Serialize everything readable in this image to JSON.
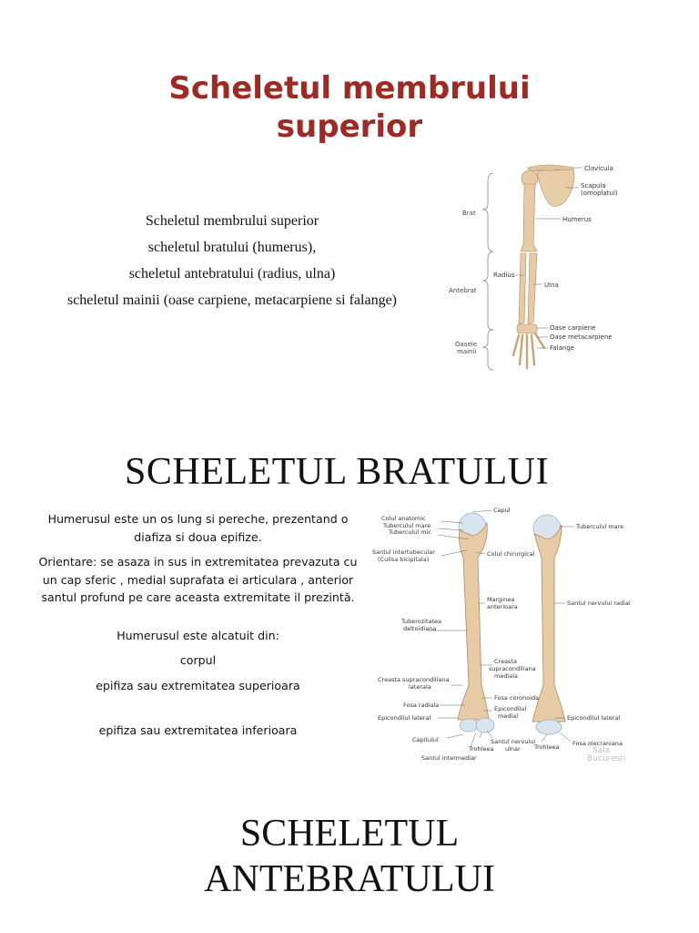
{
  "slide1": {
    "title_line1": "Scheletul membrului",
    "title_line2": "superior",
    "list": [
      "Scheletul membrului superior",
      "scheletul bratului (humerus),",
      "scheletul antebratului (radius, ulna)",
      "scheletul mainii (oase carpiene, metacarpiene si falange)"
    ],
    "figure_labels": {
      "brat": "Brat",
      "antebrat": "Antebrat",
      "oasele": "Oasele",
      "mainii": "mainii",
      "clavicula": "Clavicula",
      "scapula": "Scapula",
      "omoplatul": "(omoplatul)",
      "humerus": "Humerus",
      "radius": "Radius",
      "ulna": "Ulna",
      "carpiene": "Oase carpiene",
      "metacarpiene": "Oase metacarpiene",
      "falange": "Falange"
    }
  },
  "slide2": {
    "title": "SCHELETUL BRATULUI",
    "para1": "Humerusul este un os lung si pereche, prezentand o diafiza si doua epifize.",
    "para2": "Orientare: se asaza in sus in extremitatea prevazuta cu un cap sferic , medial suprafata ei articulara , anterior santul profund pe care aceasta extremitate il prezintă.",
    "para3": "Humerusul este alcatuit din:",
    "item1": "corpul",
    "item2": "epifiza sau extremitatea superioara",
    "item3": "epifiza sau extremitatea inferioara",
    "figure_labels": {
      "capul": "Capul",
      "colul_anatomic": "Colul anatomic",
      "tuberculul_mare_l": "Tuberculul mare",
      "tuberculul_mic": "Tuberculul mic",
      "tuberculul_mare_r": "Tuberculul mare",
      "santul_intertub": "Santul intertubecular",
      "culisa": "(Culisa bicipitala)",
      "colul_chirurgical": "Colul chirurgical",
      "marginea": "Marginea",
      "anterioara": "anterioara",
      "santul_nervului_radial": "Santul nervului radial",
      "tuberozitatea": "Tuberozitatea",
      "deltoidiana": "deltoidiana",
      "creasta": "Creasta",
      "supracondiliana": "supracondiliana",
      "mediala": "mediala",
      "creasta_lat": "Creasta supracondiliana",
      "laterala": "laterala",
      "fosa_coronoida": "Fosa coronoida",
      "fosa_radiala": "Fosa radiala",
      "epicondilul": "Epicondilul",
      "medial": "medial",
      "epicondilul_lateral": "Epicondilul lateral",
      "epicondilul_lateral_r": "Epicondilul lateral",
      "capitulul": "Capitulul",
      "santul_nervului": "Santul nervului",
      "ulnar": "ulnar",
      "trohleea_mid": "Trohleea",
      "trohleea_low": "Trohleea",
      "santul_intermediar": "Santul intermediar",
      "fosa_olecraniana": "Fosa olecraniana",
      "watermark1": "Sala",
      "watermark2": "Bucuresti"
    }
  },
  "slide3": {
    "title_line1": "SCHELETUL",
    "title_line2": "ANTEBRATULUI"
  },
  "colors": {
    "title_red": "#9b2b24",
    "bone": "#e6cba6",
    "bone_dark": "#c9a37a",
    "cartilage": "#d9e4ee"
  }
}
